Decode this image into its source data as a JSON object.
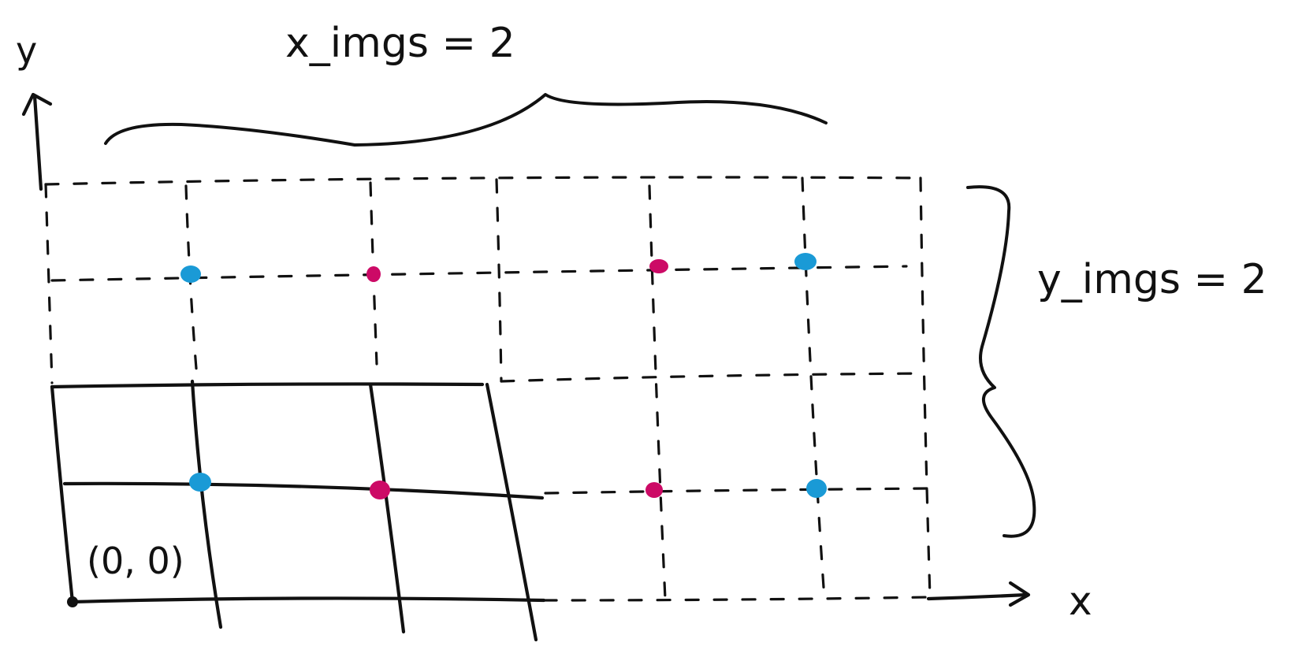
{
  "labels": {
    "y_axis": "y",
    "x_axis": "x",
    "origin": "(0, 0)",
    "x_imgs": "x_imgs = 2",
    "y_imgs": "y_imgs = 2"
  },
  "colors": {
    "ink": "#111111",
    "blue_point": "#1a9ad6",
    "magenta_point": "#cc0a66"
  }
}
